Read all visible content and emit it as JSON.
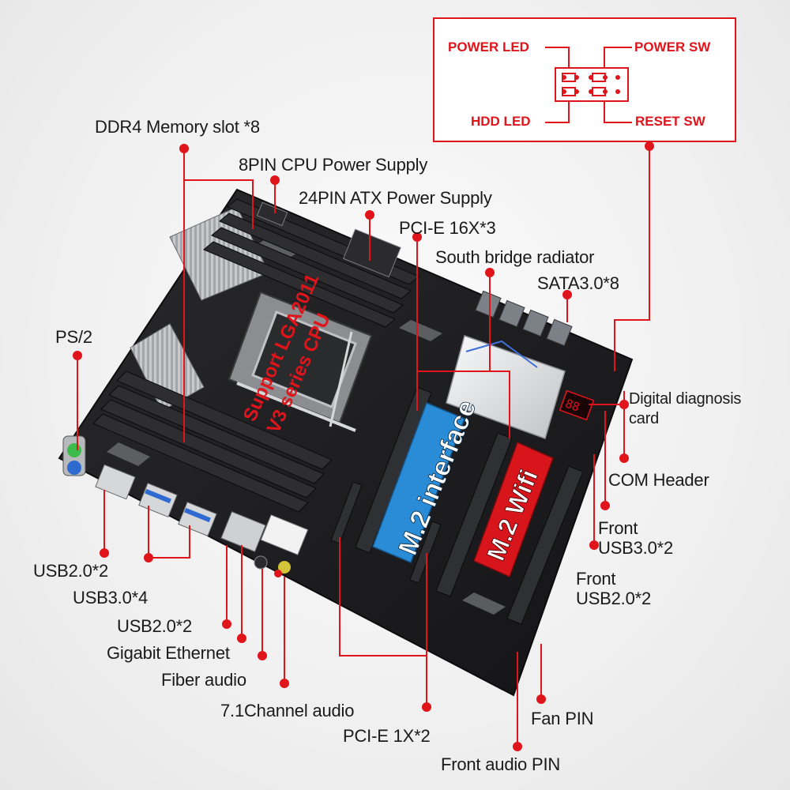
{
  "labels": {
    "ddr4": "DDR4 Memory slot *8",
    "cpu_power": "8PIN CPU Power Supply",
    "atx_power": "24PIN ATX Power Supply",
    "pcie16": "PCI-E 16X*3",
    "south_bridge": "South bridge radiator",
    "sata": "SATA3.0*8",
    "ps2": "PS/2",
    "digital_diag": [
      "Digital diagnosis",
      "card"
    ],
    "com_header": "COM Header",
    "front_usb3": [
      "Front",
      "USB3.0*2"
    ],
    "front_usb2": [
      "Front",
      "USB2.0*2"
    ],
    "usb20_top": "USB2.0*2",
    "usb30": "USB3.0*4",
    "usb20_bottom": "USB2.0*2",
    "gigabit": "Gigabit Ethernet",
    "fiber": "Fiber audio",
    "channel71": "7.1Channel audio",
    "pcie1x": "PCI-E 1X*2",
    "fan_pin": "Fan PIN",
    "front_audio": "Front audio PIN"
  },
  "panel": {
    "power_led": "POWER LED",
    "power_sw": "POWER SW",
    "hdd_led": "HDD  LED",
    "reset_sw": "RESET SW"
  },
  "board": {
    "socket_text": [
      "Support LGA2011",
      "V3 series CPU"
    ],
    "m2_interface": "M.2 interface",
    "m2_wifi": "M.2 Wifi"
  },
  "colors": {
    "callout": "#e0141b",
    "board": "#1c1c1e",
    "m2_blue": "#2a8bd6",
    "m2_red": "#d8151b"
  }
}
